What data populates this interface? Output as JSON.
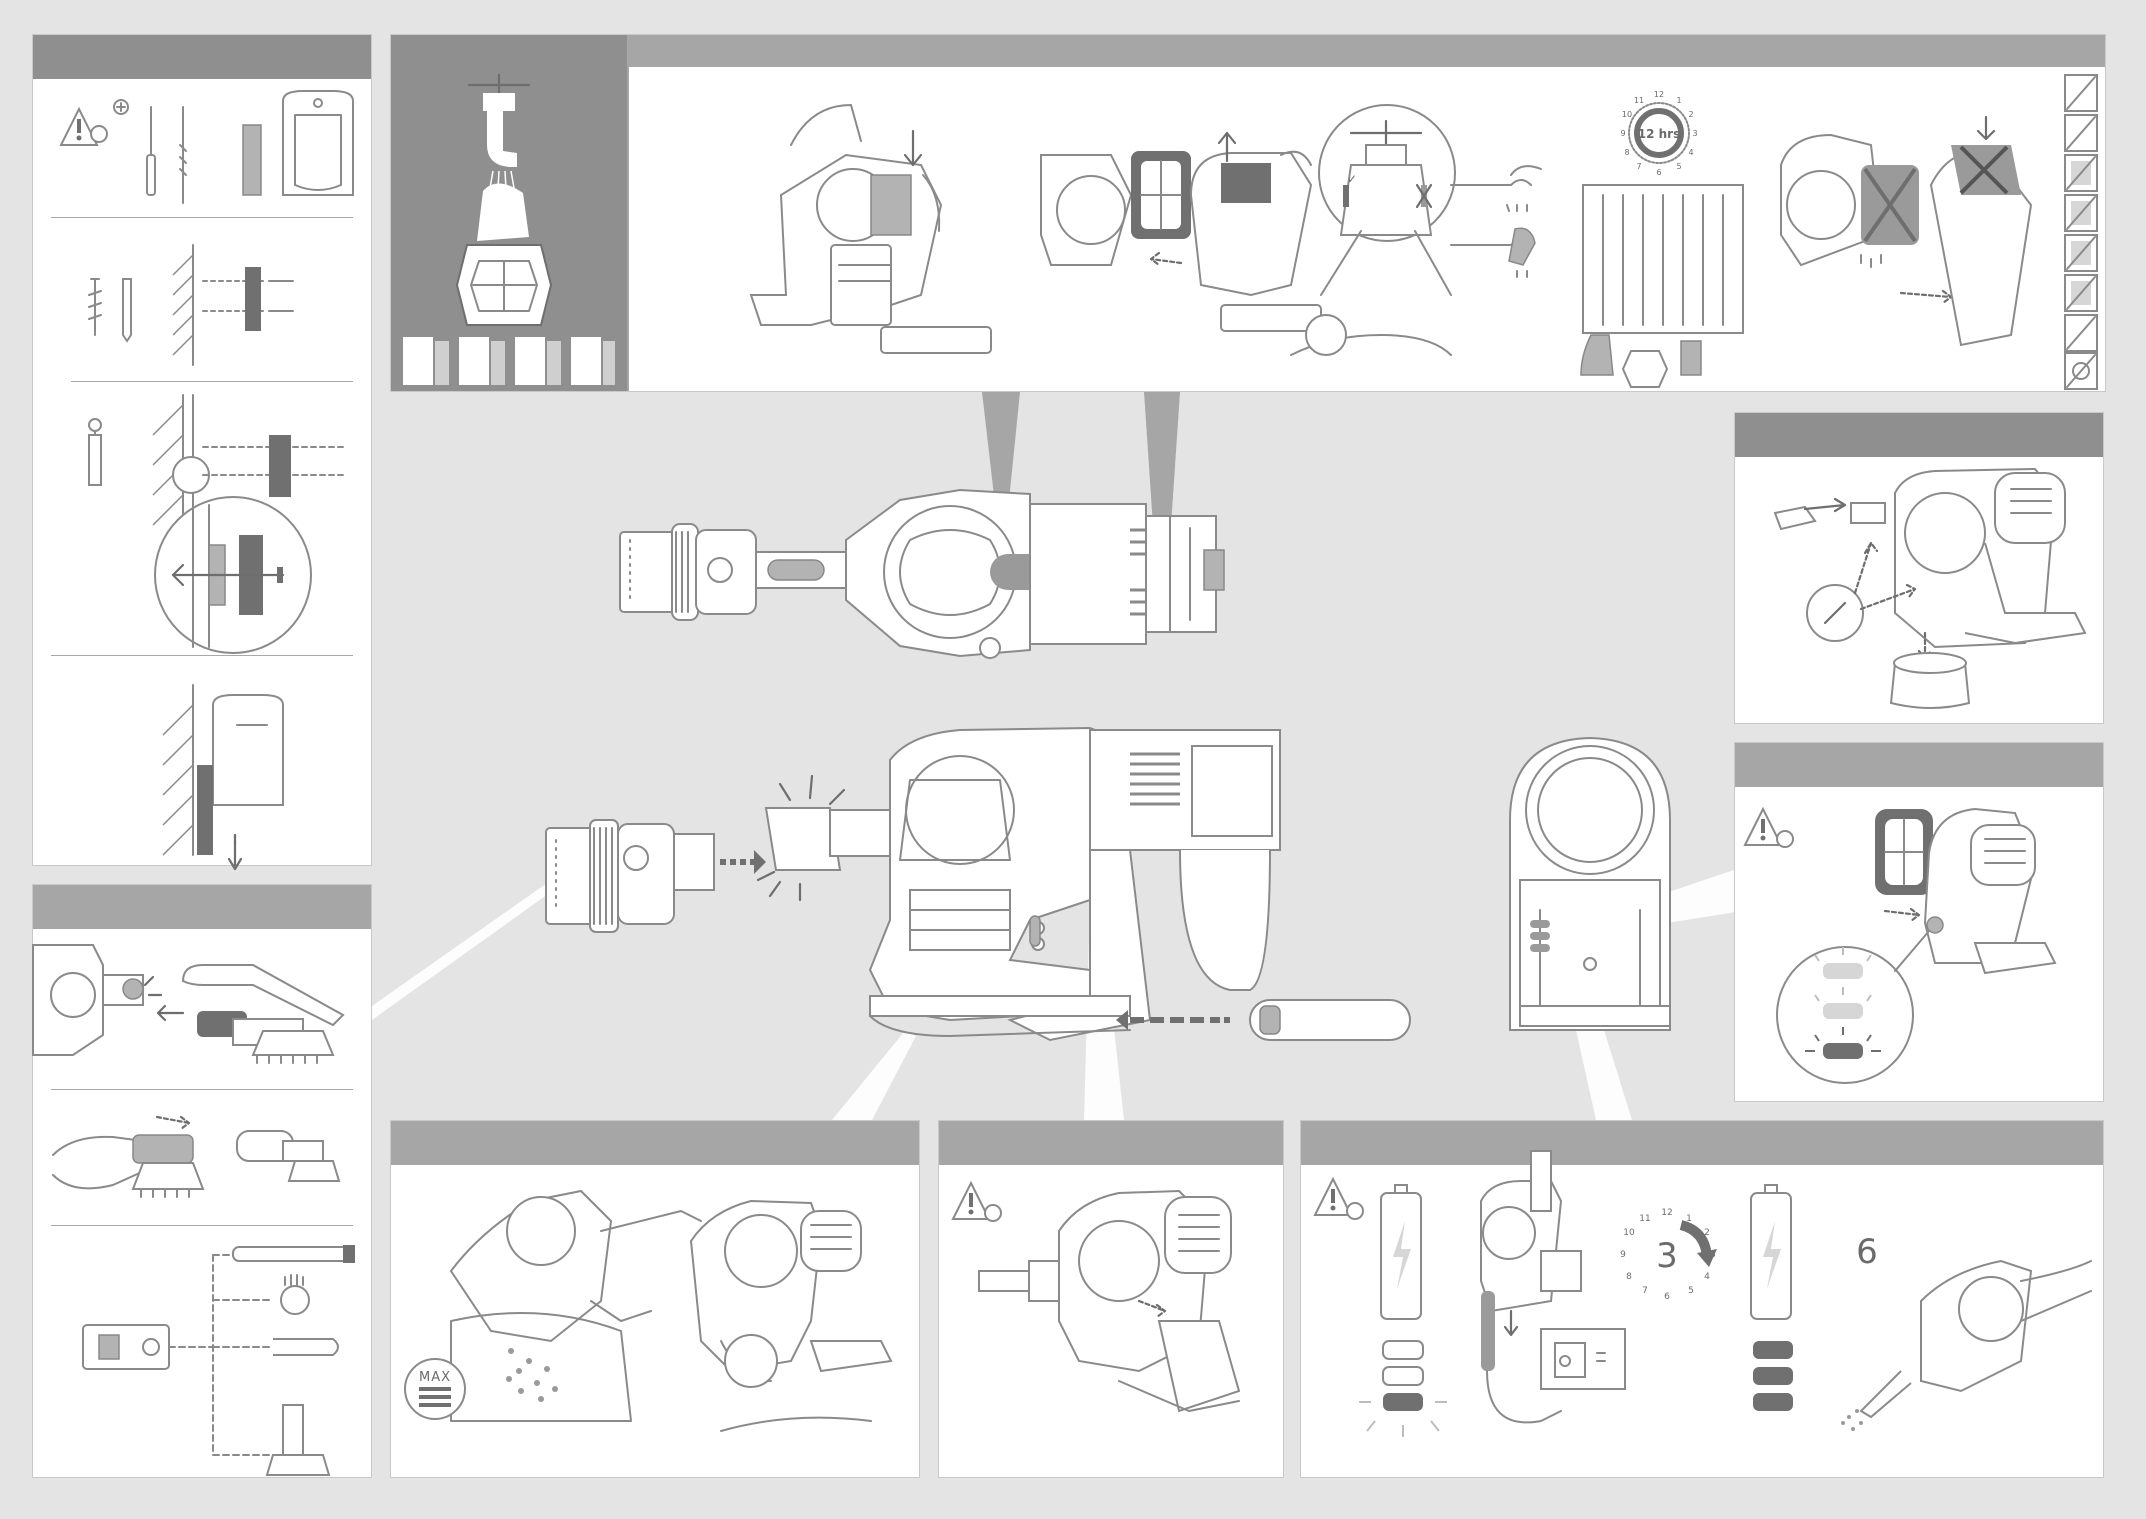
{
  "clock": {
    "duration_label": "12 hrs",
    "filter_clock_numbers": [
      "12",
      "1",
      "2",
      "3",
      "4",
      "5",
      "6",
      "7",
      "8",
      "9",
      "10",
      "11"
    ],
    "charge_clock_numbers": [
      "12",
      "1",
      "2",
      "3",
      "4",
      "5",
      "6",
      "7",
      "8",
      "9",
      "10",
      "11"
    ]
  },
  "bin": {
    "max_label": "MAX"
  },
  "charging": {
    "hours_display": "3",
    "minutes_display": "6"
  },
  "icons": {
    "warning": "warning-triangle-icon",
    "forbidden": "crossed-out-icon",
    "arrow": "arrow-icon"
  },
  "colors": {
    "background": "#e4e4e4",
    "panel": "#ffffff",
    "header": "#a6a6a6",
    "line": "#8a8a8a",
    "dark_gray": "#707070"
  }
}
